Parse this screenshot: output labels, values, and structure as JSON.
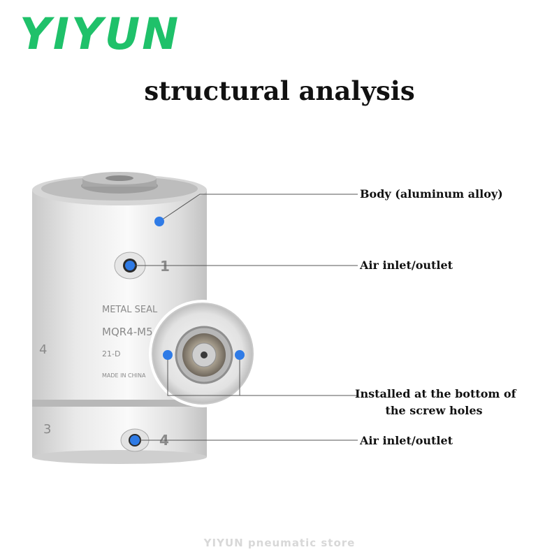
{
  "brand": {
    "logo_text": "YIYUN",
    "color": "#1fc16a"
  },
  "title": "structural analysis",
  "callouts": {
    "body": "Body (aluminum alloy)",
    "inlet_top": "Air inlet/outlet",
    "bottom_line1": "Installed at the bottom of",
    "bottom_line2": "the screw holes",
    "inlet_bottom": "Air inlet/outlet"
  },
  "product_markings": {
    "port1": "1",
    "port4_front": "4",
    "port3": "3",
    "port4_side": "4",
    "brand_line": "METAL SEAL",
    "model": "MQR4-M5",
    "sub": "21-D",
    "made_in": "MADE IN CHINA"
  },
  "watermark": "YIYUN pneumatic store",
  "marker_color": "#2f7be6"
}
